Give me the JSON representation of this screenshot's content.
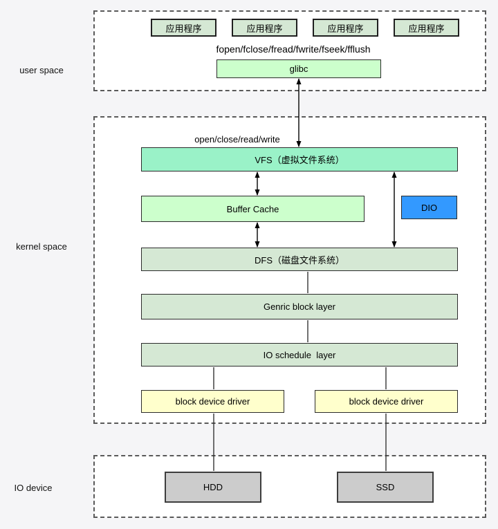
{
  "regions": {
    "user_space": {
      "label": "user space"
    },
    "kernel_space": {
      "label": "kernel space"
    },
    "io_device": {
      "label": "IO device"
    }
  },
  "annotations": {
    "libc_api": "fopen/fclose/fread/fwrite/fseek/fflush",
    "syscall_api": "open/close/read/write"
  },
  "nodes": {
    "apps": [
      "应用程序",
      "应用程序",
      "应用程序",
      "应用程序"
    ],
    "glibc": "glibc",
    "vfs": "VFS（虚拟文件系统）",
    "buffer_cache": "Buffer Cache",
    "dio": "DIO",
    "dfs": "DFS（磁盘文件系统）",
    "generic_block_layer": "Genric block layer",
    "io_schedule_layer": "IO schedule  layer",
    "block_device_driver_left": "block device driver",
    "block_device_driver_right": "block device driver",
    "hdd": "HDD",
    "ssd": "SSD"
  },
  "colors": {
    "page_bg": "#f5f5f7",
    "container_fill": "#ffffff",
    "container_border": "#595959",
    "vfs_fill": "#9af2c8",
    "light_green_fill": "#ccffcc",
    "sage_green_fill": "#d5e8d4",
    "yellow_fill": "#ffffcc",
    "blue_fill": "#3399ff",
    "gray_fill": "#cccccc",
    "line": "#000000"
  }
}
